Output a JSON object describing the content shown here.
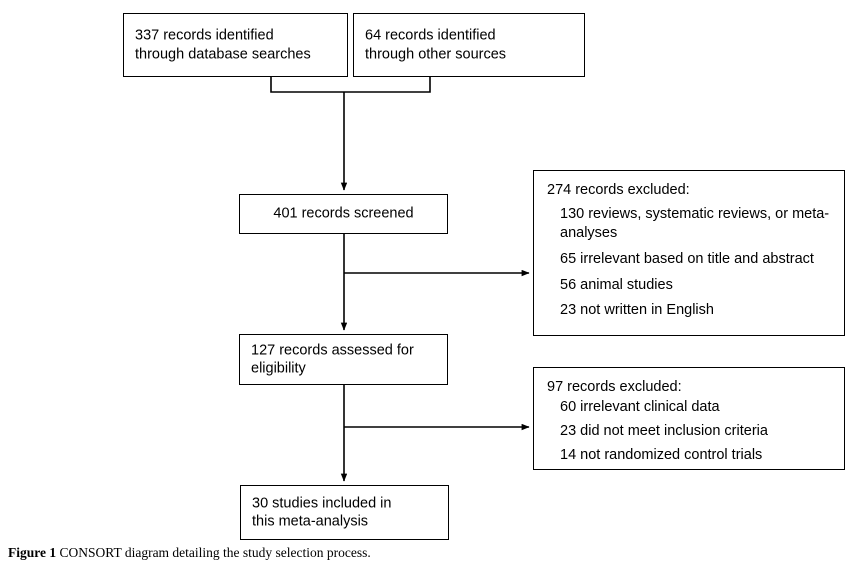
{
  "figure": {
    "caption_label": "Figure 1",
    "caption_text": "CONSORT diagram detailing the study selection process."
  },
  "chart_data": {
    "type": "diagram",
    "title": "CONSORT diagram detailing the study selection process",
    "nodes": [
      {
        "id": "identified_database",
        "label": "337 records identified through database searches",
        "value": 337,
        "stage": "identification"
      },
      {
        "id": "identified_other",
        "label": "64 records identified through other sources",
        "value": 64,
        "stage": "identification"
      },
      {
        "id": "screened",
        "label": "401 records screened",
        "value": 401,
        "stage": "screening"
      },
      {
        "id": "assessed",
        "label": "127 records assessed for eligibility",
        "value": 127,
        "stage": "eligibility"
      },
      {
        "id": "included",
        "label": "30 studies included in this meta-analysis",
        "value": 30,
        "stage": "included"
      }
    ],
    "exclusions": [
      {
        "id": "excluded_screening",
        "total": 274,
        "header": "274 records excluded:",
        "reasons": [
          {
            "count": 130,
            "text": "130 reviews, systematic reviews, or meta-analyses"
          },
          {
            "count": 65,
            "text": "65 irrelevant based on title and abstract"
          },
          {
            "count": 56,
            "text": "56 animal studies"
          },
          {
            "count": 23,
            "text": "23 not written in English"
          }
        ]
      },
      {
        "id": "excluded_eligibility",
        "total": 97,
        "header": "97 records excluded:",
        "reasons": [
          {
            "count": 60,
            "text": "60 irrelevant clinical data"
          },
          {
            "count": 23,
            "text": "23 did not meet inclusion criteria"
          },
          {
            "count": 14,
            "text": "14 not randomized control trials"
          }
        ]
      }
    ]
  },
  "boxes": {
    "identified_database": {
      "line1": "337 records identified",
      "line2": "through database searches"
    },
    "identified_other": {
      "line1": "64 records identified",
      "line2": "through other sources"
    },
    "screened": {
      "text": "401 records screened"
    },
    "assessed": {
      "line1": "127 records assessed for",
      "line2": "eligibility"
    },
    "included": {
      "line1": "30 studies included in",
      "line2": "this meta-analysis"
    }
  },
  "exclusion_boxes": {
    "screening": {
      "header": "274 records excluded:",
      "items": [
        "130 reviews, systematic reviews, or meta-analyses",
        "65 irrelevant based on title and abstract",
        "56 animal studies",
        "23 not written in English"
      ]
    },
    "eligibility": {
      "header": "97 records excluded:",
      "items": [
        "60 irrelevant clinical data",
        "23 did not meet inclusion criteria",
        "14 not randomized control trials"
      ]
    }
  },
  "colors": {
    "stroke": "#000000",
    "background": "#ffffff",
    "text": "#000000"
  }
}
